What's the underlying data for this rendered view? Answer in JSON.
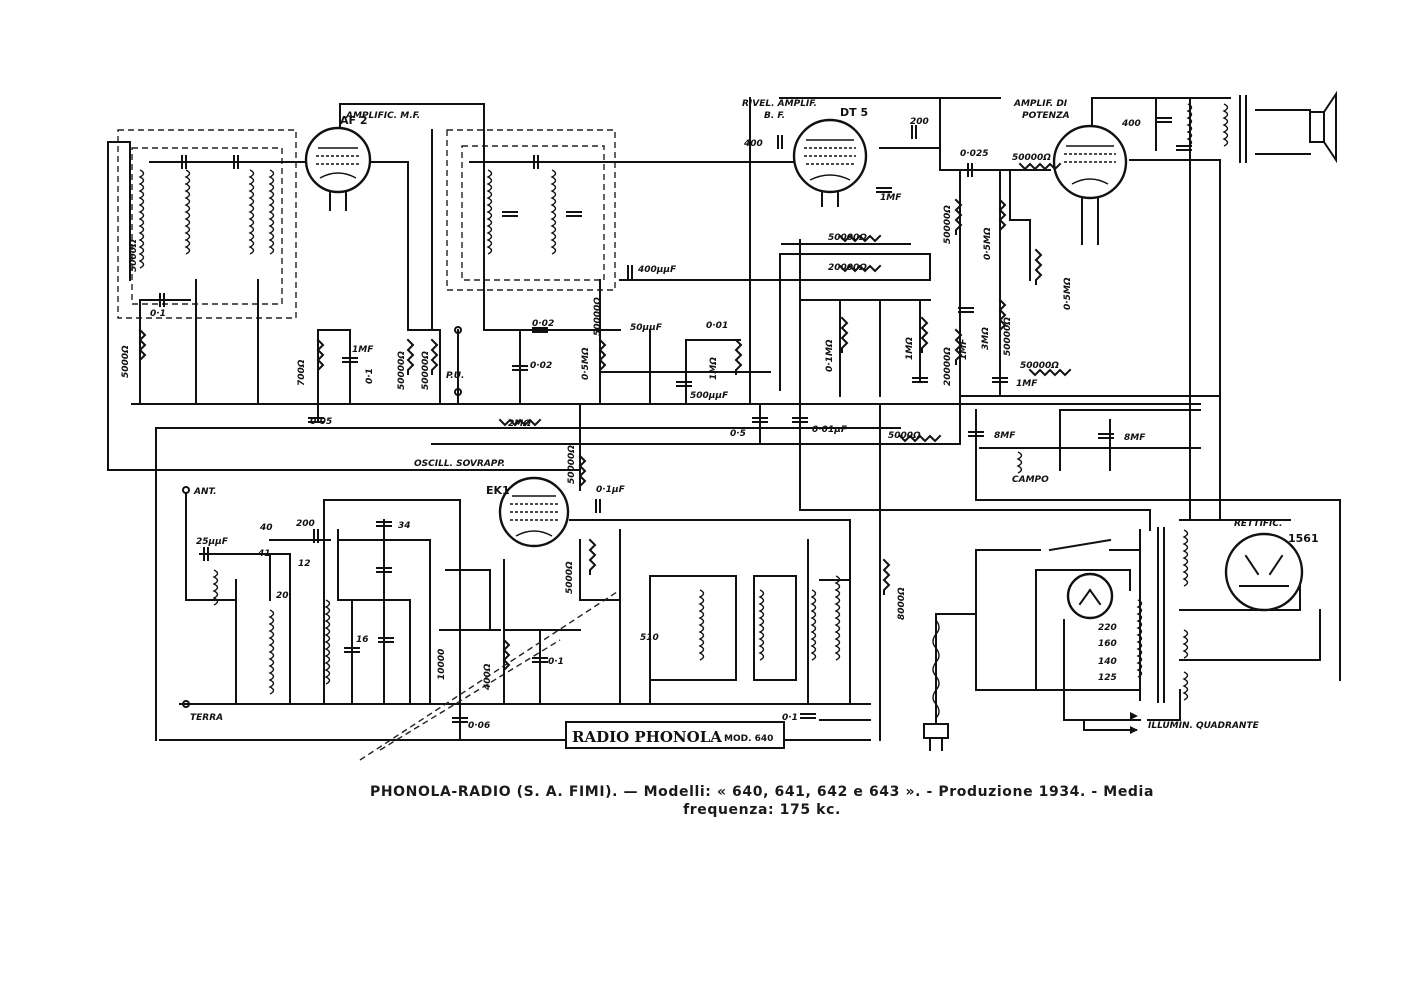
{
  "tubes": {
    "af2": "AF 2",
    "dt5": "DT 5",
    "ek1": "EK1",
    "rectifier_model": "1561"
  },
  "stages": {
    "if_amp": "AMPLIFIC. M.F.",
    "det_amp_line1": "RIVEL. AMPLIF.",
    "det_amp_line2": "B. F.",
    "power_amp_line1": "AMPLIF. DI",
    "power_amp_line2": "POTENZA",
    "oscillator": "OSCILL. SOVRAPP.",
    "rectifier": "RETTIFIC.",
    "dial_light": "ILLUMIN. QUADRANTE",
    "field_coil": "CAMPO"
  },
  "terminals": {
    "antenna": "ANT.",
    "ground": "TERRA",
    "pickup": "P.U."
  },
  "values": {
    "r_5000a": "5000Ω",
    "c_0_1": "0·1",
    "c_0_05": "0·05",
    "r_700a": "700Ω",
    "c_1mf": "1MF",
    "r_50000a": "50000Ω",
    "r_2ma": "2MΩ",
    "c_0_02": "0·02",
    "r_0_5ma": "0·5MΩ",
    "c_50uuf": "50μμF",
    "c_0_01": "0·01",
    "r_1ma": "1MΩ",
    "c_500uuf": "500μμF",
    "c_400uuf": "400μμF",
    "c_0_5": "0·5",
    "c_0_01uf": "0·01μF",
    "r_20000a": "20000Ω",
    "r_0_1ma": "0·1MΩ",
    "c_200": "200",
    "c_400": "400",
    "c_0_025": "0·025",
    "r_0_5ma_pot": "0·5MΩ",
    "r_3ma": "3MΩ",
    "c_8mf": "8MF",
    "c_0_1uf": "0·1μF",
    "c_25uuf": "25μμF",
    "c_12": "12",
    "c_20": "20",
    "c_34": "34",
    "c_40": "40",
    "c_41": "41",
    "c_16": "16",
    "c_0_06": "0·06",
    "r_400a": "400Ω",
    "c_510": "510",
    "c_10000": "10000",
    "r_5000a_b": "5000Ω",
    "r_8000a": "8000Ω",
    "t_220": "220",
    "t_160": "160",
    "t_140": "140",
    "t_125": "125"
  },
  "nameplate": {
    "brand": "RADIO PHONOLA",
    "model": "MOD. 640"
  },
  "caption": {
    "line1": "PHONOLA-RADIO (S. A. FIMI). — Modelli: « 640, 641, 642 e 643 ». - Produzione 1934. - Media",
    "line2": "frequenza: 175 kc."
  }
}
